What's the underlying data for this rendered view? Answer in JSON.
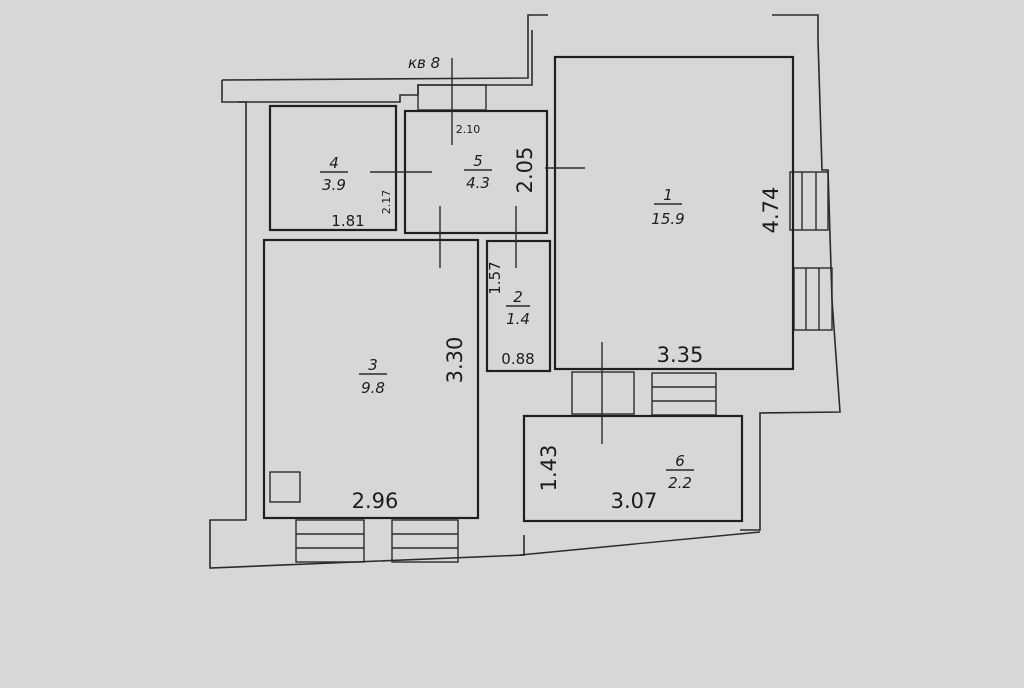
{
  "apartment_label": "кв 8",
  "rooms": [
    {
      "number": "1",
      "area": "15.9"
    },
    {
      "number": "2",
      "area": "1.4"
    },
    {
      "number": "3",
      "area": "9.8"
    },
    {
      "number": "4",
      "area": "3.9"
    },
    {
      "number": "5",
      "area": "4.3"
    },
    {
      "number": "6",
      "area": "2.2"
    }
  ],
  "dimensions": {
    "room1_height": "4.74",
    "room1_width": "3.35",
    "room2_height": "1.57",
    "room2_width": "0.88",
    "room3_height": "3.30",
    "room3_width": "2.96",
    "room4_height": "2.17",
    "room4_width": "1.81",
    "room5_height": "2.05",
    "room5_width": "2.10",
    "room6_height": "1.43",
    "room6_width": "3.07"
  }
}
